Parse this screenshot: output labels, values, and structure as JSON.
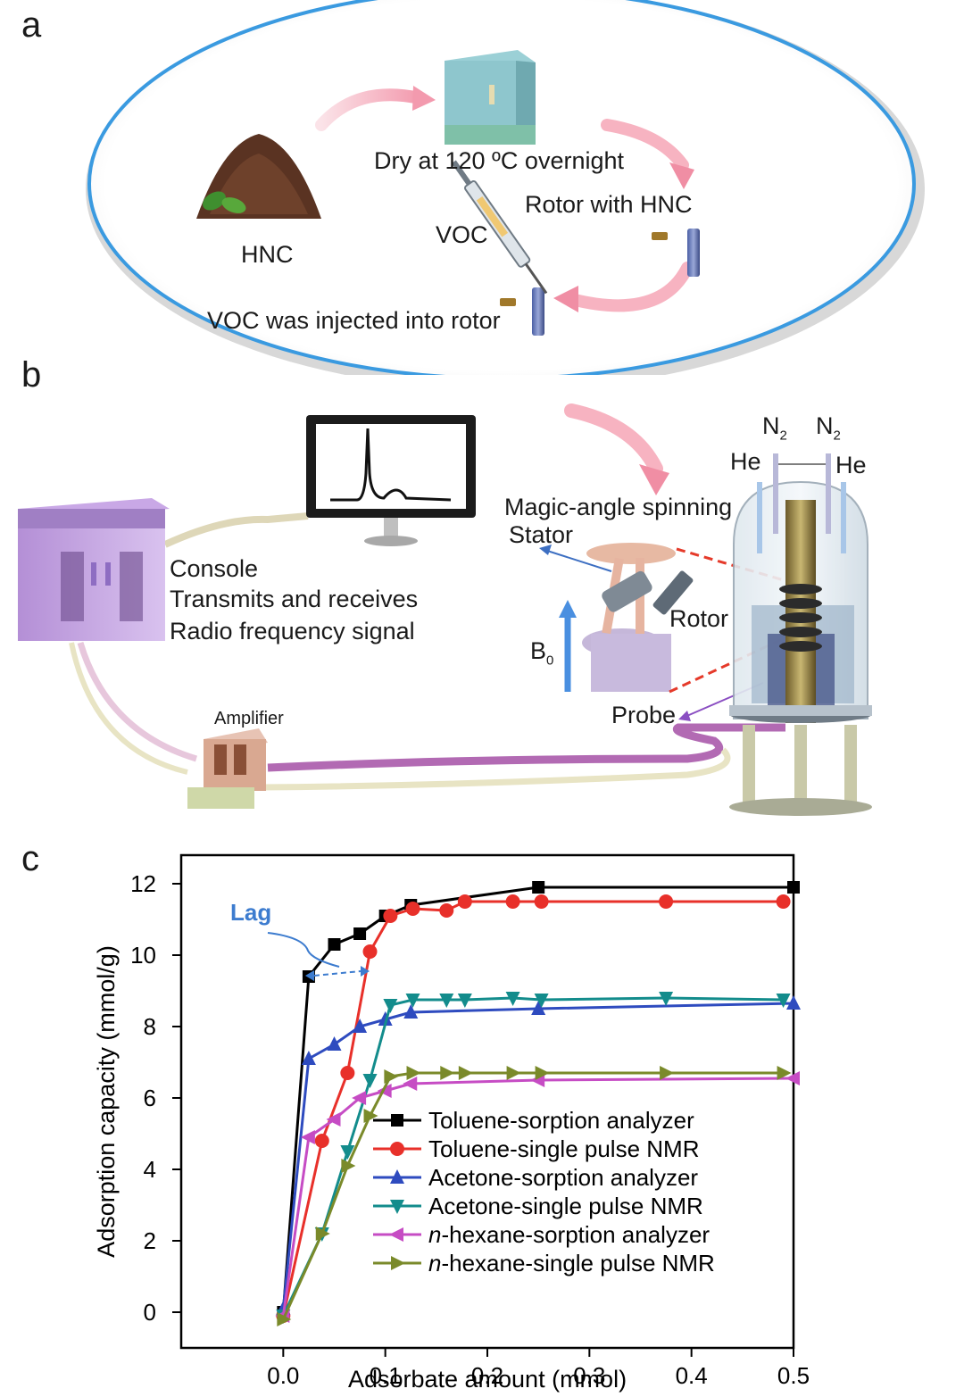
{
  "panels": {
    "a": "a",
    "b": "b",
    "c": "c"
  },
  "panel_a": {
    "dry_label": "Dry at 120 ºC overnight",
    "hnc_label": "HNC",
    "voc_label": "VOC",
    "rotor_label": "Rotor with HNC",
    "injected_label": "VOC was injected into rotor"
  },
  "panel_b": {
    "console_lines": [
      "Console",
      "Transmits and receives",
      "Radio frequency signal"
    ],
    "amplifier_label": "Amplifier",
    "mas_label": "Magic-angle spinning",
    "stator_label": "Stator",
    "rotor_label": "Rotor",
    "b0_label": "B",
    "b0_sub": "0",
    "probe_label": "Probe",
    "n2_label": "N",
    "n2_sub": "2",
    "he_label": "He"
  },
  "chart_data": {
    "type": "line",
    "xlabel": "Adsorbate amount (mmol)",
    "ylabel": "Adsorption capacity (mmol/g)",
    "xlim": [
      -0.1,
      0.5
    ],
    "ylim": [
      -1,
      12.8
    ],
    "xticks": [
      "0.0",
      "0.1",
      "0.2",
      "0.3",
      "0.4",
      "0.5"
    ],
    "yticks": [
      "0",
      "2",
      "4",
      "6",
      "8",
      "10",
      "12"
    ],
    "annotation": "Lag",
    "legend_position": "bottom-right",
    "colors": {
      "toluene_sa": "#000000",
      "toluene_nmr": "#e8302a",
      "acetone_sa": "#2e4bbf",
      "acetone_nmr": "#138c8c",
      "hexane_sa": "#c64cc4",
      "hexane_nmr": "#7a8a2a"
    },
    "series": [
      {
        "name_pre": "",
        "name_it": "",
        "name_post": "Toluene-sorption analyzer",
        "color": "#000000",
        "marker": "square",
        "points": [
          [
            0.0,
            0.0
          ],
          [
            0.025,
            9.4
          ],
          [
            0.05,
            10.3
          ],
          [
            0.075,
            10.6
          ],
          [
            0.1,
            11.1
          ],
          [
            0.125,
            11.4
          ],
          [
            0.25,
            11.9
          ],
          [
            0.5,
            11.9
          ]
        ]
      },
      {
        "name_pre": "",
        "name_it": "",
        "name_post": "Toluene-single pulse NMR",
        "color": "#e8302a",
        "marker": "circle",
        "points": [
          [
            0.0,
            -0.1
          ],
          [
            0.038,
            4.8
          ],
          [
            0.063,
            6.7
          ],
          [
            0.085,
            10.1
          ],
          [
            0.105,
            11.1
          ],
          [
            0.127,
            11.3
          ],
          [
            0.16,
            11.25
          ],
          [
            0.178,
            11.5
          ],
          [
            0.225,
            11.5
          ],
          [
            0.253,
            11.5
          ],
          [
            0.375,
            11.5
          ],
          [
            0.49,
            11.5
          ]
        ]
      },
      {
        "name_pre": "",
        "name_it": "",
        "name_post": "Acetone-sorption analyzer",
        "color": "#2e4bbf",
        "marker": "triangle-up",
        "points": [
          [
            0.0,
            0.1
          ],
          [
            0.025,
            7.1
          ],
          [
            0.05,
            7.5
          ],
          [
            0.075,
            8.0
          ],
          [
            0.1,
            8.2
          ],
          [
            0.125,
            8.4
          ],
          [
            0.25,
            8.5
          ],
          [
            0.5,
            8.65
          ]
        ]
      },
      {
        "name_pre": "",
        "name_it": "",
        "name_post": "Acetone-single pulse NMR",
        "color": "#138c8c",
        "marker": "triangle-down",
        "points": [
          [
            0.0,
            -0.1
          ],
          [
            0.038,
            2.2
          ],
          [
            0.063,
            4.5
          ],
          [
            0.085,
            6.5
          ],
          [
            0.105,
            8.6
          ],
          [
            0.127,
            8.75
          ],
          [
            0.16,
            8.75
          ],
          [
            0.178,
            8.75
          ],
          [
            0.225,
            8.8
          ],
          [
            0.253,
            8.75
          ],
          [
            0.375,
            8.8
          ],
          [
            0.49,
            8.75
          ]
        ]
      },
      {
        "name_pre": "",
        "name_it": "n",
        "name_post": "-hexane-sorption analyzer",
        "color": "#c64cc4",
        "marker": "triangle-left",
        "points": [
          [
            0.0,
            -0.1
          ],
          [
            0.025,
            4.9
          ],
          [
            0.05,
            5.4
          ],
          [
            0.075,
            6.0
          ],
          [
            0.1,
            6.2
          ],
          [
            0.125,
            6.4
          ],
          [
            0.25,
            6.5
          ],
          [
            0.5,
            6.55
          ]
        ]
      },
      {
        "name_pre": "",
        "name_it": "n",
        "name_post": "-hexane-single pulse NMR",
        "color": "#7a8a2a",
        "marker": "triangle-right",
        "points": [
          [
            0.0,
            -0.2
          ],
          [
            0.038,
            2.2
          ],
          [
            0.063,
            4.1
          ],
          [
            0.085,
            5.5
          ],
          [
            0.105,
            6.6
          ],
          [
            0.127,
            6.7
          ],
          [
            0.16,
            6.7
          ],
          [
            0.178,
            6.7
          ],
          [
            0.225,
            6.7
          ],
          [
            0.253,
            6.7
          ],
          [
            0.375,
            6.7
          ],
          [
            0.49,
            6.7
          ]
        ]
      }
    ]
  }
}
